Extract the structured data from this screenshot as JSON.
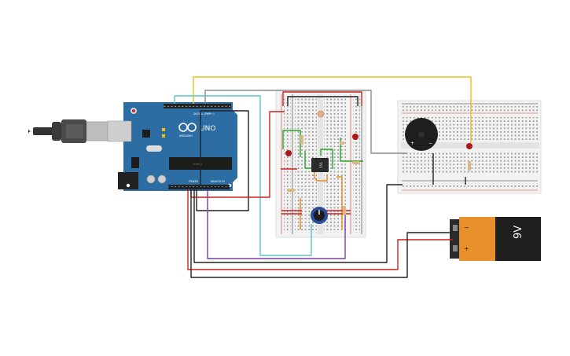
{
  "board": {
    "logo": "ARDUINO",
    "model": "UNO",
    "digital_label": "DIGITAL (PWM~)",
    "power_label": "POWER",
    "analog_label": "ANALOG IN",
    "chip_label": "ATMEGA"
  },
  "battery": {
    "label": "9V",
    "minus": "−",
    "plus": "+"
  },
  "buzzer": {
    "plus": "+",
    "minus": "−"
  },
  "ic": {
    "label": "555"
  },
  "colors": {
    "board": "#2c6ea3",
    "breadboard": "#f2f2f2",
    "wire_red": "#cc1f1f",
    "wire_black": "#222222",
    "wire_yellow": "#e6c21a",
    "wire_cyan": "#5cc3c8",
    "wire_purple": "#7a3fa6",
    "wire_green": "#2aa52a",
    "wire_orange": "#e68a1a",
    "wire_gray": "#8a8a8a"
  }
}
